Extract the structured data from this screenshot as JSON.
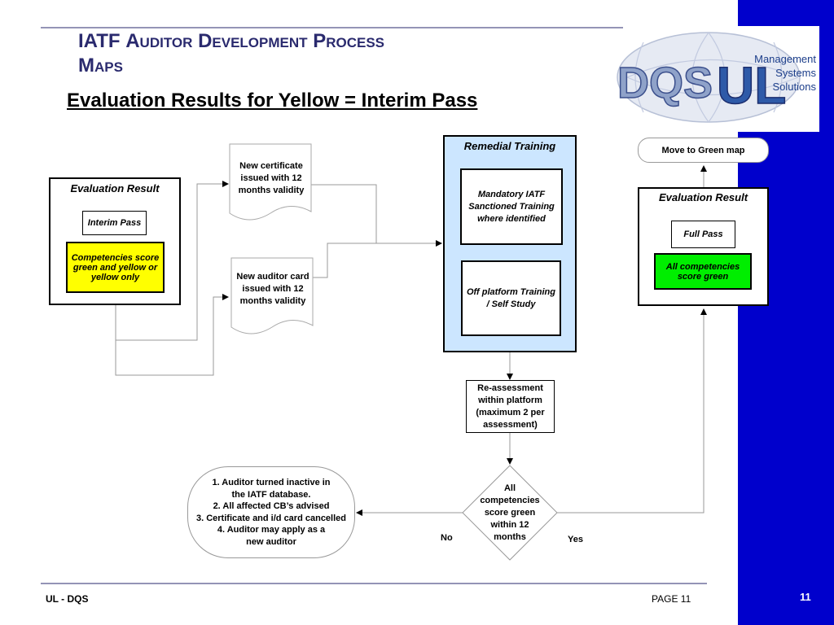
{
  "header": {
    "title_line1_prefix": "IATF",
    "title_line1_rest": "Auditor Development Process",
    "title_line2": "Maps",
    "subtitle": "Evaluation Results for Yellow = Interim Pass"
  },
  "logo": {
    "brand_letters": "DQS",
    "ul_letters": "UL",
    "line1": "Management",
    "line2": "Systems",
    "line3": "Solutions"
  },
  "left_panel": {
    "title": "Evaluation Result",
    "status": "Interim Pass",
    "condition": "Competencies score green and yellow or yellow only"
  },
  "documents": {
    "certificate": "New certificate issued with 12 months validity",
    "auditor_card": "New auditor card issued with 12 months validity"
  },
  "remedial": {
    "title": "Remedial Training",
    "mandatory": "Mandatory IATF Sanctioned Training where identified",
    "offplatform": "Off platform Training / Self Study"
  },
  "reassessment": "Re-assessment within platform (maximum 2 per assessment)",
  "decision": {
    "text": "All competencies score green within 12 months",
    "no_label": "No",
    "yes_label": "Yes"
  },
  "inactive": {
    "line1": "1. Auditor turned inactive in",
    "line2": "the IATF database.",
    "line3": "2. All affected CB’s advised",
    "line4": "3. Certificate and i/d card cancelled",
    "line5": "4. Auditor may apply as a",
    "line6": "new auditor"
  },
  "right_panel": {
    "title": "Evaluation Result",
    "status": "Full Pass",
    "condition": "All competencies score green"
  },
  "move_green": "Move to Green map",
  "footer": {
    "left": "UL -  DQS",
    "right": "PAGE  11",
    "page_number": "11"
  },
  "colors": {
    "sidebar": "#0000cc",
    "yellow": "#ffff00",
    "green": "#00ee00",
    "remedial_bg": "#cce6ff",
    "title_text": "#2a2a6e"
  }
}
